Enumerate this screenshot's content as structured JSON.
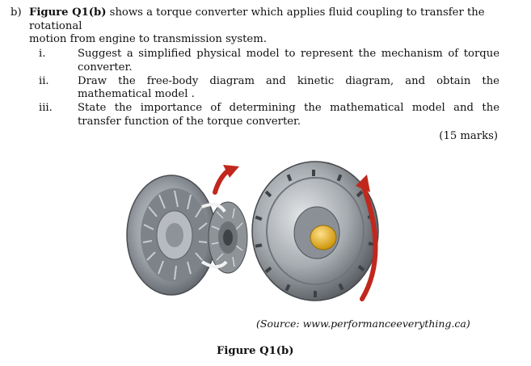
{
  "question": {
    "label": "b)",
    "figure_ref": "Figure Q1(b)",
    "text_line1": " shows a torque converter which applies fluid coupling to transfer the rotational",
    "text_line2": "motion from engine to transmission system."
  },
  "items": [
    {
      "num": "i.",
      "text": "Suggest a simplified physical model to represent the mechanism of torque converter."
    },
    {
      "num": "ii.",
      "text": "Draw the free-body diagram and kinetic diagram, and obtain the mathematical model ."
    },
    {
      "num": "iii.",
      "text": "State the importance of determining the mathematical model and the transfer function of the torque converter."
    }
  ],
  "marks": "(15 marks)",
  "source": "(Source: www.performanceeverything.ca)",
  "caption": "Figure Q1(b)",
  "colors": {
    "arrow": "#c0281e",
    "metal": "#9aa0a6",
    "hub": "#e8b00a"
  }
}
